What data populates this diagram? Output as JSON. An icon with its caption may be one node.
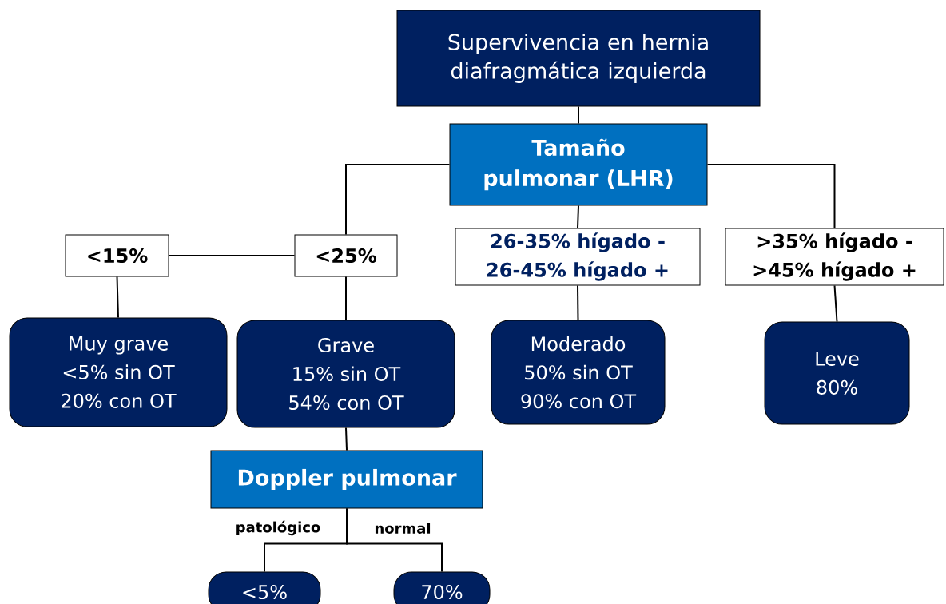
{
  "diagram": {
    "nodes": [
      {
        "text": [
          "Supervivencia en hernia diafragmática izquierda"
        ]
      },
      {
        "text": [
          "Tamaño pulmonar (LHR)"
        ]
      },
      {
        "text": [
          "<15%"
        ]
      },
      {
        "text": [
          "<25%"
        ]
      },
      {
        "text": [
          "26-35% hígado -",
          "26-45% hígado +"
        ]
      },
      {
        "text": [
          ">35% hígado -",
          ">45% hígado +"
        ]
      },
      {
        "text": [
          "Muy grave",
          "<5% sin OT",
          "20% con OT"
        ]
      },
      {
        "text": [
          "Grave",
          "15% sin OT",
          "54% con OT"
        ]
      },
      {
        "text": [
          "Moderado",
          "50% sin OT",
          "90% con OT"
        ]
      },
      {
        "text": [
          "Leve",
          "80%"
        ]
      },
      {
        "text": [
          "Doppler pulmonar"
        ]
      },
      {
        "text": [
          "<5%"
        ]
      },
      {
        "text": [
          "70%"
        ]
      }
    ],
    "edges": [
      {
        "from": 0,
        "to": 1,
        "arrow": "none"
      },
      {
        "from": 1,
        "to": 3,
        "arrow": "none"
      },
      {
        "from": 1,
        "to": 4,
        "arrow": "none"
      },
      {
        "from": 1,
        "to": 5,
        "arrow": "none"
      },
      {
        "from": 3,
        "to": 2,
        "arrow": "none"
      },
      {
        "from": 2,
        "to": 6,
        "arrow": "none"
      },
      {
        "from": 3,
        "to": 7,
        "arrow": "none"
      },
      {
        "from": 4,
        "to": 8,
        "arrow": "none"
      },
      {
        "from": 5,
        "to": 9,
        "arrow": "none"
      },
      {
        "from": 7,
        "to": 10,
        "arrow": "none"
      },
      {
        "from": 10,
        "to": 11,
        "arrow": "none",
        "label": "patológico"
      },
      {
        "from": 10,
        "to": 12,
        "arrow": "none",
        "label": "normal"
      }
    ]
  }
}
